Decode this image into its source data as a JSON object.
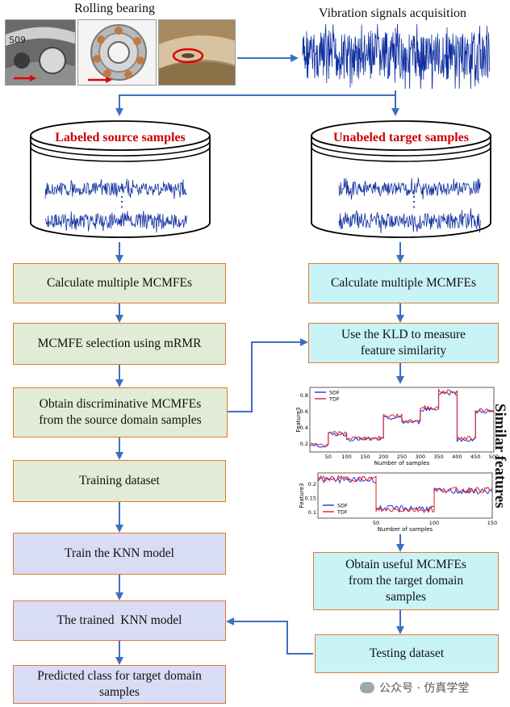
{
  "header": {
    "rolling_bearing": "Rolling bearing",
    "vibration_title": "Vibration signals acquisition"
  },
  "databases": {
    "source_label": "Labeled source samples",
    "target_label": "Unabeled target samples",
    "dots": "⋮"
  },
  "left_flow": {
    "step1": "Calculate multiple MCMFEs",
    "step2": "MCMFE selection using mRMR",
    "step3_line1": "Obtain discriminative MCMFEs",
    "step3_line2": "from the source domain samples",
    "step4": "Training dataset",
    "step5": "Train the KNN model",
    "step6": "The trained  KNN model",
    "step7_line1": "Predicted class for target domain",
    "step7_line2": "samples"
  },
  "right_flow": {
    "step1": "Calculate multiple MCMFEs",
    "step2_line1": "Use the KLD to measure",
    "step2_line2": "feature similarity",
    "step3_line1": "Obtain useful MCMFEs",
    "step3_line2": "from the target domain",
    "step3_line3": "samples",
    "step4": "Testing dataset"
  },
  "side_label": "Similar features",
  "chart_data": [
    {
      "type": "line",
      "ylabel": "Feature3",
      "xlabel": "Number of samples",
      "x_ticks": [
        "50",
        "100",
        "150",
        "200",
        "250",
        "300",
        "350",
        "400",
        "450",
        "500"
      ],
      "y_ticks": [
        "0.2",
        "0.4",
        "0.6",
        "0.8"
      ],
      "xlim": [
        0,
        500
      ],
      "ylim": [
        0.1,
        0.9
      ],
      "legend_position": "top-left",
      "series": [
        {
          "name": "SDF",
          "color": "#2233dd",
          "segments": [
            [
              0,
              50,
              0.18
            ],
            [
              50,
              100,
              0.32
            ],
            [
              100,
              150,
              0.26
            ],
            [
              150,
              200,
              0.26
            ],
            [
              200,
              250,
              0.52
            ],
            [
              250,
              300,
              0.47
            ],
            [
              300,
              350,
              0.63
            ],
            [
              350,
              400,
              0.83
            ],
            [
              400,
              450,
              0.25
            ],
            [
              450,
              500,
              0.6
            ]
          ]
        },
        {
          "name": "TDF",
          "color": "#e02020",
          "segments": [
            [
              0,
              50,
              0.19
            ],
            [
              50,
              100,
              0.33
            ],
            [
              100,
              150,
              0.27
            ],
            [
              150,
              200,
              0.27
            ],
            [
              200,
              250,
              0.55
            ],
            [
              250,
              300,
              0.49
            ],
            [
              300,
              350,
              0.65
            ],
            [
              350,
              400,
              0.85
            ],
            [
              400,
              450,
              0.27
            ],
            [
              450,
              500,
              0.62
            ]
          ]
        }
      ]
    },
    {
      "type": "line",
      "ylabel": "Feature3",
      "xlabel": "Number of samples",
      "x_ticks": [
        "50",
        "100",
        "150"
      ],
      "y_ticks": [
        "0.2",
        "0.15",
        "0.1"
      ],
      "xlim": [
        0,
        150
      ],
      "ylim": [
        0.08,
        0.24
      ],
      "legend_position": "bottom-left",
      "series": [
        {
          "name": "SDF",
          "color": "#2233dd",
          "segments": [
            [
              0,
              50,
              0.215
            ],
            [
              50,
              100,
              0.115
            ],
            [
              100,
              150,
              0.175
            ]
          ]
        },
        {
          "name": "TDF",
          "color": "#e02020",
          "segments": [
            [
              0,
              50,
              0.22
            ],
            [
              50,
              100,
              0.11
            ],
            [
              100,
              150,
              0.18
            ]
          ]
        }
      ]
    }
  ],
  "watermark": "公众号 · 仿真学堂",
  "colors": {
    "arrow": "#3d6fc0",
    "box_border": "#e07a2f",
    "green": "#e2ebd6",
    "lavender": "#d8dcf4",
    "cyan": "#c8f4f8",
    "db_label": "#cc0000",
    "signal": "#1030a0"
  }
}
